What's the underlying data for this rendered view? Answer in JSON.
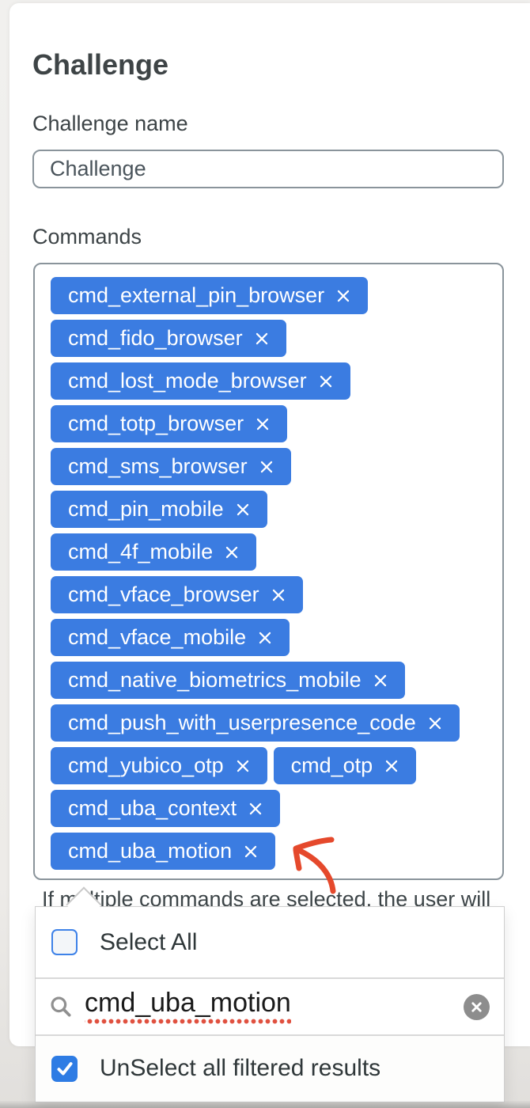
{
  "title": "Challenge",
  "name_field": {
    "label": "Challenge name",
    "value": "Challenge"
  },
  "commands": {
    "label": "Commands",
    "tag_rows": [
      [
        "cmd_external_pin_browser"
      ],
      [
        "cmd_fido_browser"
      ],
      [
        "cmd_lost_mode_browser"
      ],
      [
        "cmd_totp_browser"
      ],
      [
        "cmd_sms_browser"
      ],
      [
        "cmd_pin_mobile"
      ],
      [
        "cmd_4f_mobile"
      ],
      [
        "cmd_vface_browser"
      ],
      [
        "cmd_vface_mobile"
      ],
      [
        "cmd_native_biometrics_mobile"
      ],
      [
        "cmd_push_with_userpresence_code"
      ],
      [
        "cmd_yubico_otp",
        "cmd_otp"
      ],
      [
        "cmd_uba_context"
      ],
      [
        "cmd_uba_motion"
      ]
    ]
  },
  "help_text": "If multiple commands are selected, the user will",
  "dropdown": {
    "select_all": {
      "label": "Select All",
      "checked": false
    },
    "search": {
      "value": "cmd_uba_motion"
    },
    "unselect_filtered": {
      "label": "UnSelect all filtered results",
      "checked": true
    }
  },
  "colors": {
    "tag-blue": "#3b7ce1",
    "checkbox-blue": "#2e7ce4",
    "arrow-red": "#e5492c",
    "border-gray": "#8a949b",
    "spellcheck-red": "#e05140"
  }
}
